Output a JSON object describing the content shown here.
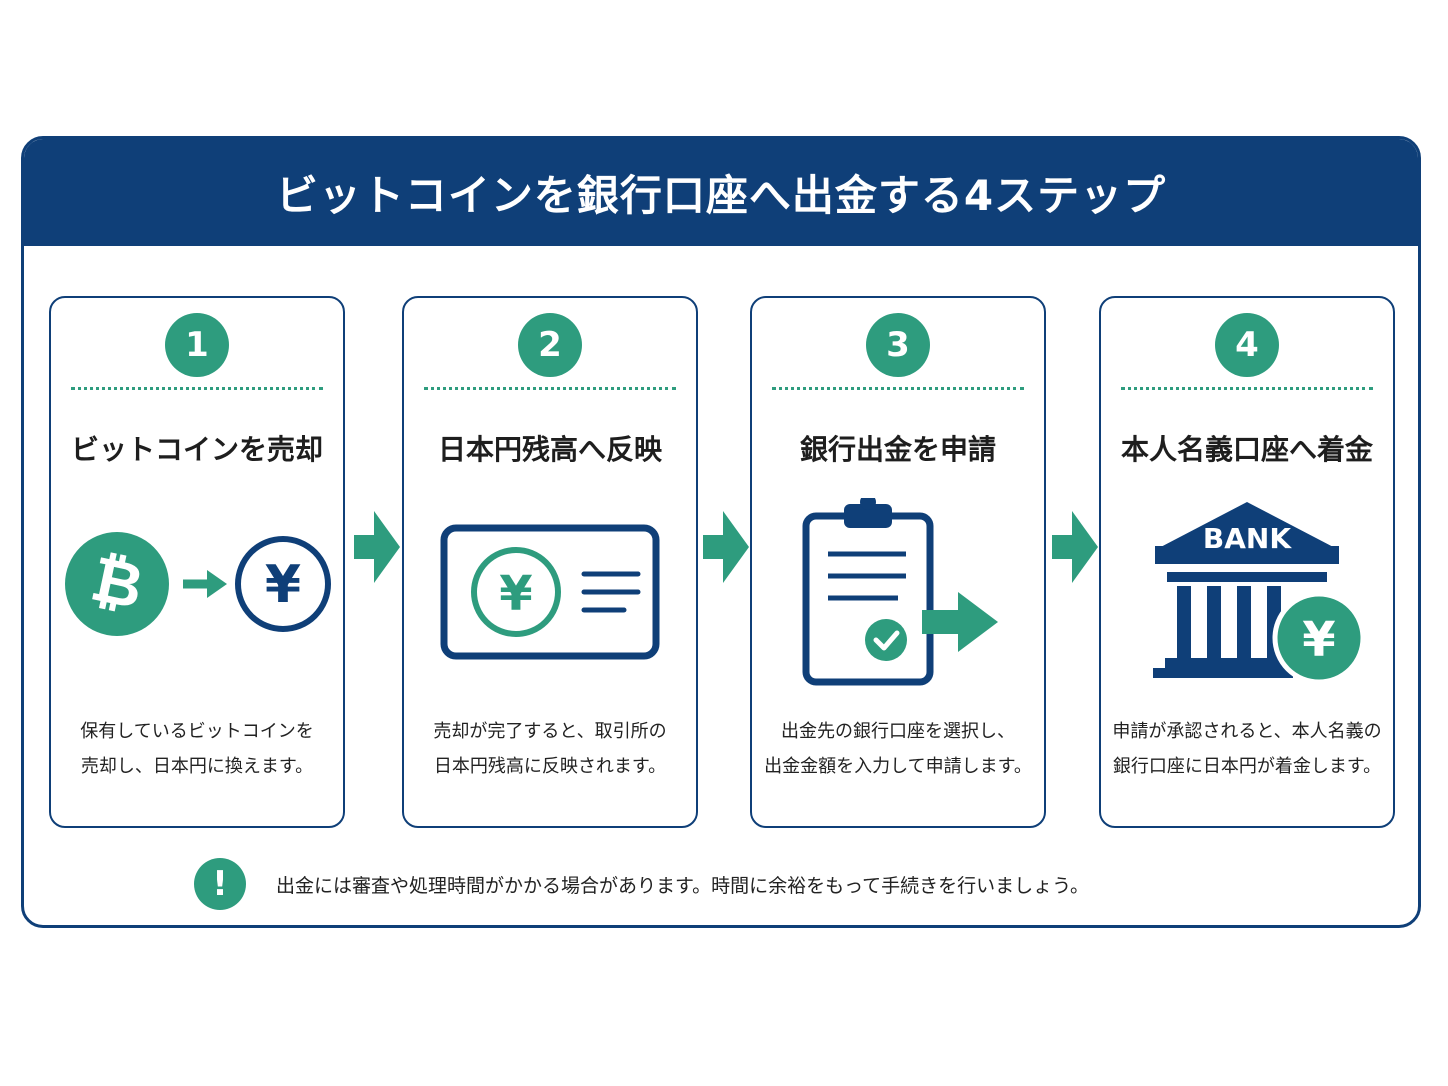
{
  "title": "ビットコインを銀行口座へ出金する4ステップ",
  "colors": {
    "navy": "#0f3f78",
    "green": "#2e9c7e",
    "text": "#1e1e1e"
  },
  "steps": [
    {
      "number": "1",
      "title": "ビットコインを売却",
      "description": "保有しているビットコインを\n売却し、日本円に換えます。",
      "icon": "bitcoin-to-yen-icon"
    },
    {
      "number": "2",
      "title": "日本円残高へ反映",
      "description": "売却が完了すると、取引所の\n日本円残高に反映されます。",
      "icon": "yen-balance-card-icon"
    },
    {
      "number": "3",
      "title": "銀行出金を申請",
      "description": "出金先の銀行口座を選択し、\n出金金額を入力して申請します。",
      "icon": "clipboard-check-icon"
    },
    {
      "number": "4",
      "title": "本人名義口座へ着金",
      "description": "申請が承認されると、本人名義の\n銀行口座に日本円が着金します。",
      "icon": "bank-yen-icon"
    }
  ],
  "icon_text": {
    "bitcoin": "₿",
    "yen": "¥",
    "bank": "BANK"
  },
  "note": {
    "icon": "exclamation-icon",
    "symbol": "!",
    "text": "出金には審査や処理時間がかかる場合があります。時間に余裕をもって手続きを行いましょう。"
  }
}
